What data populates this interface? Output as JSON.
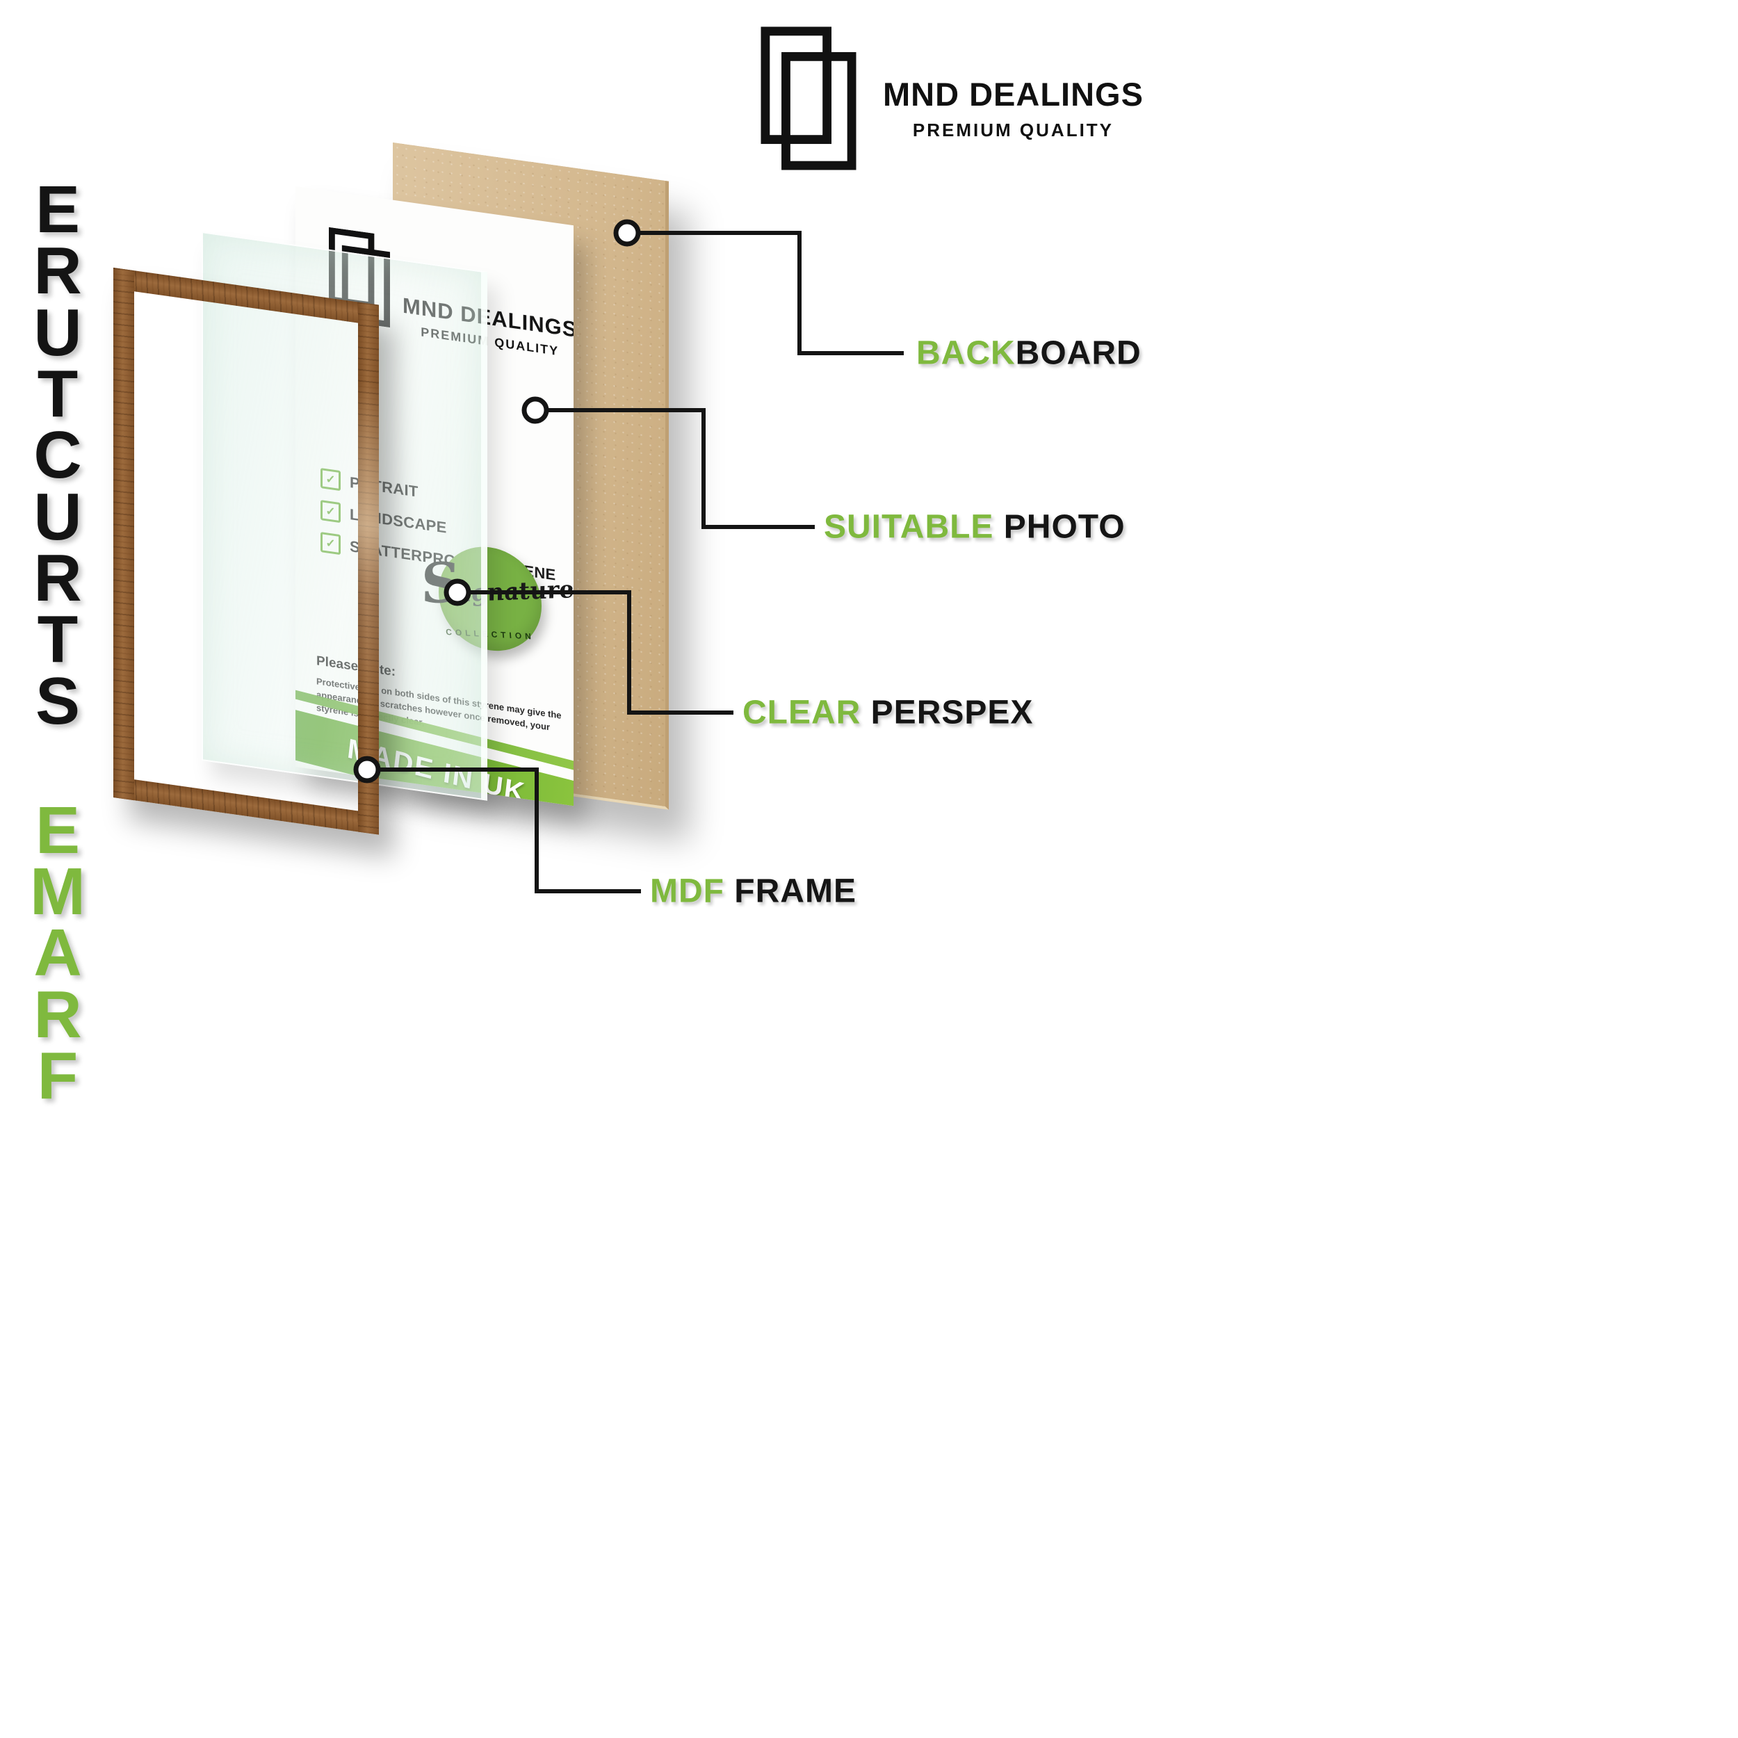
{
  "title": {
    "word_green": "FRAME",
    "word_black": "STRUCTURE"
  },
  "brand": {
    "name": "MND DEALINGS",
    "tagline": "PREMIUM QUALITY"
  },
  "insert": {
    "brand_name": "MND DEALINGS",
    "brand_tagline": "PREMIUM QUALITY",
    "checklist": [
      "POTRAIT",
      "LANDSCAPE",
      "SHATTERPROOF STYRENE"
    ],
    "check_icon": "✓",
    "badge": {
      "script": "Signature",
      "arc": "COLLECTION"
    },
    "note_title": "Please Note:",
    "note_body": "Protective film on both sides of this styrene may give the appearance of scratches however once removed, your styrene is perfectly clear,",
    "banner": "MADE IN UK"
  },
  "callouts": [
    {
      "green": "BACK",
      "black": "BOARD"
    },
    {
      "green": "SUITABLE",
      "black": " PHOTO"
    },
    {
      "green": "CLEAR",
      "black": " PERSPEX"
    },
    {
      "green": "MDF",
      "black": " FRAME"
    }
  ],
  "colors": {
    "accent": "#7fb93e",
    "ink": "#151515",
    "wood": "#8a5a33",
    "backboard": "#d9bf98",
    "badge_green": "#78b144",
    "banner_dark": "#54a02a",
    "banner_light": "#8ec63f"
  }
}
